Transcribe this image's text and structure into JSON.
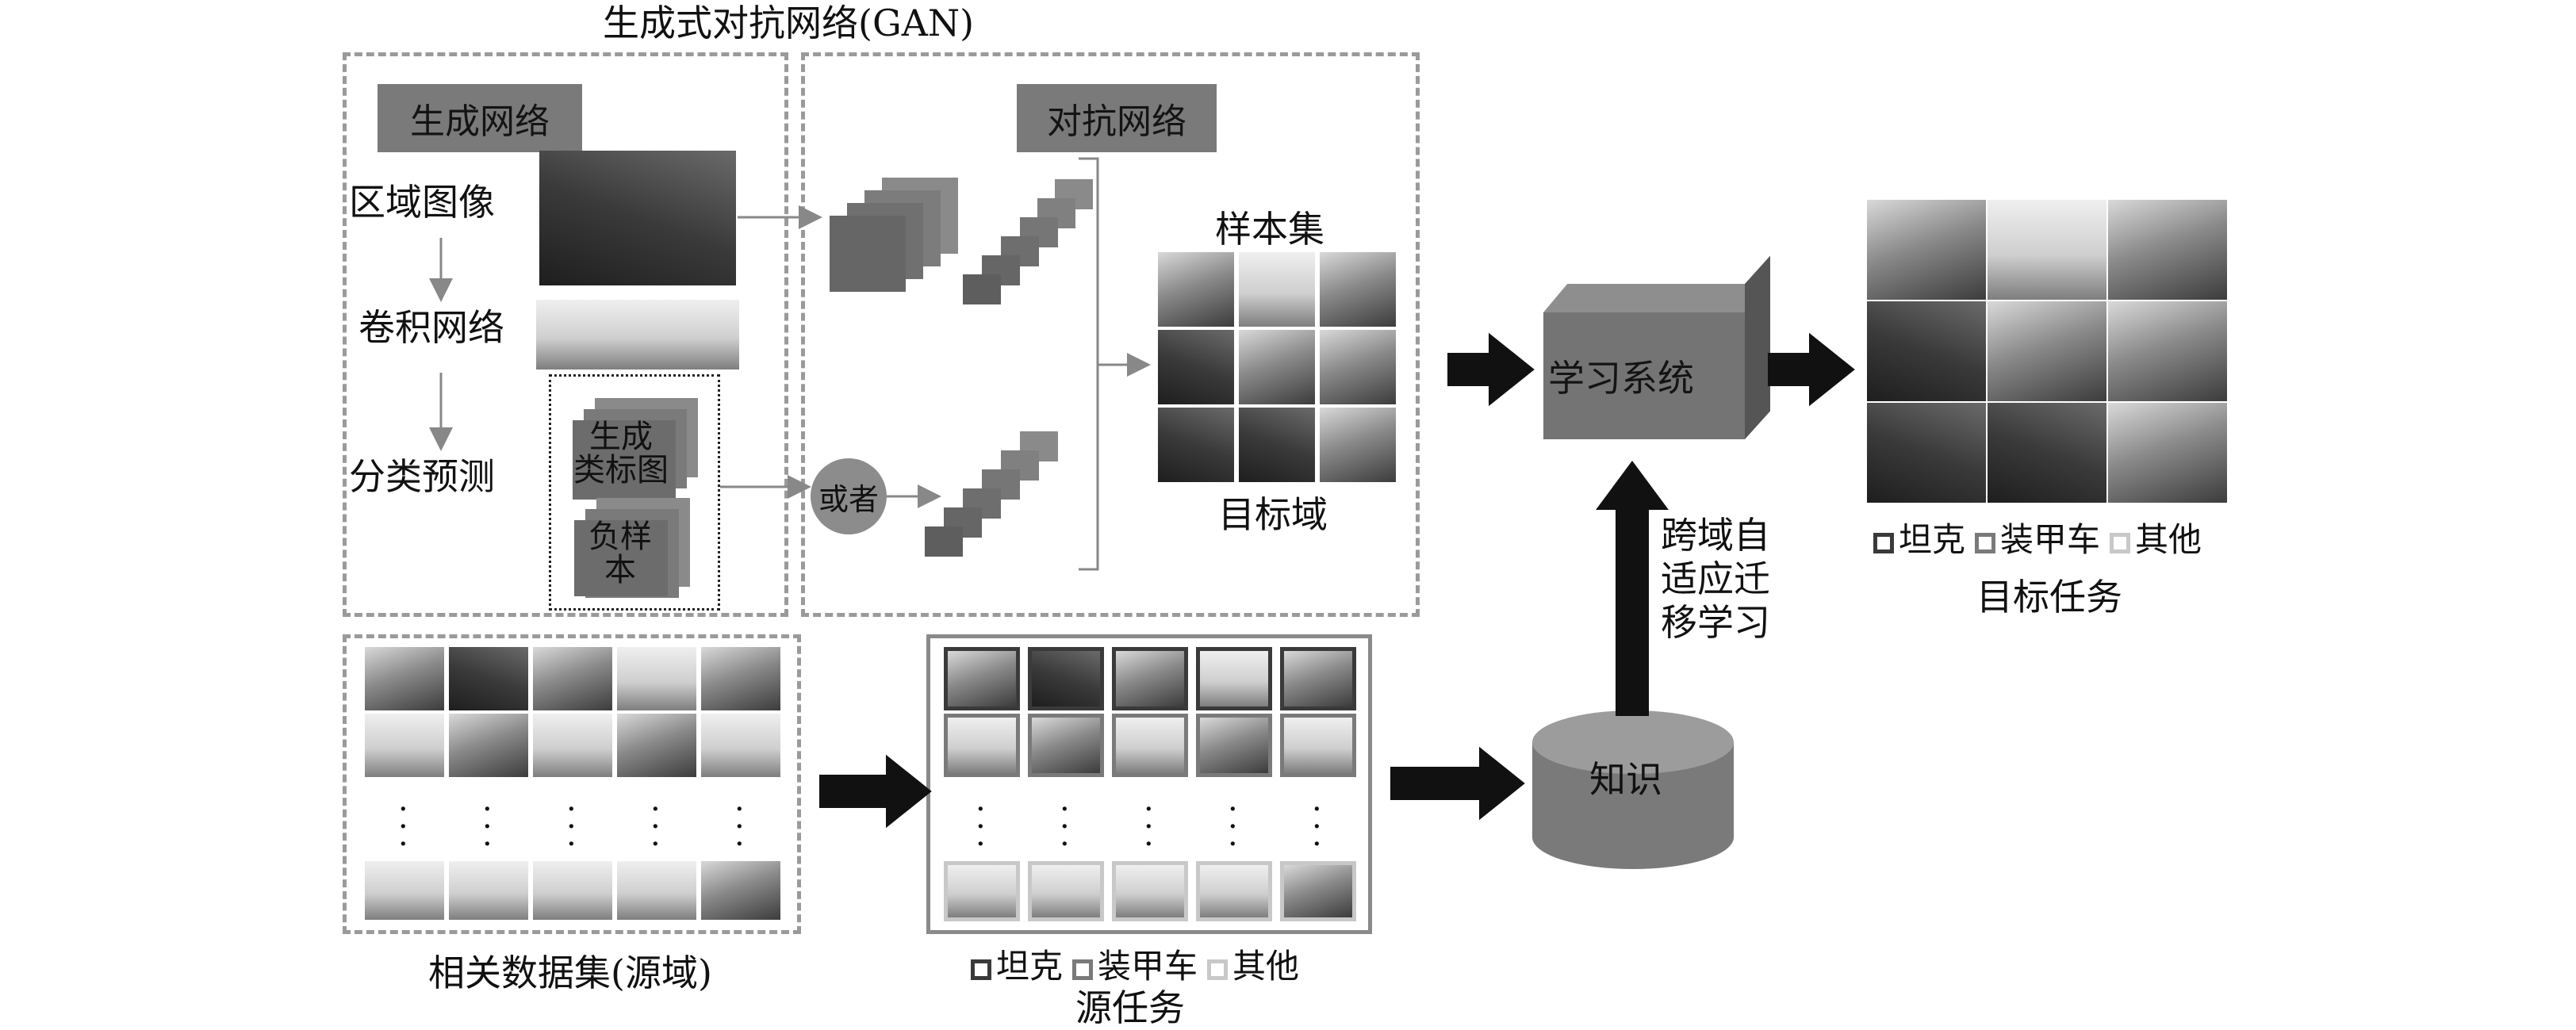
{
  "gan_title": "生成式对抗网络(GAN)",
  "generator": {
    "title": "生成网络",
    "steps": [
      "区域图像",
      "卷积网络",
      "分类预测"
    ],
    "stack_labels": [
      "生成\n类标图",
      "负样\n本"
    ]
  },
  "adversarial": {
    "title": "对抗网络",
    "or_label": "或者",
    "sample_set_label": "样本集",
    "target_domain_label": "目标域"
  },
  "learning_system_label": "学习系统",
  "transfer_label": "跨域自\n适应迁\n移学习",
  "knowledge_label": "知识",
  "source_dataset_label": "相关数据集(源域)",
  "source_task_label": "源任务",
  "target_task_label": "目标任务",
  "legend": [
    {
      "label": "坦克",
      "color": "#3a3a3a"
    },
    {
      "label": "装甲车",
      "color": "#7a7a7a"
    },
    {
      "label": "其他",
      "color": "#c8c8c8"
    }
  ]
}
